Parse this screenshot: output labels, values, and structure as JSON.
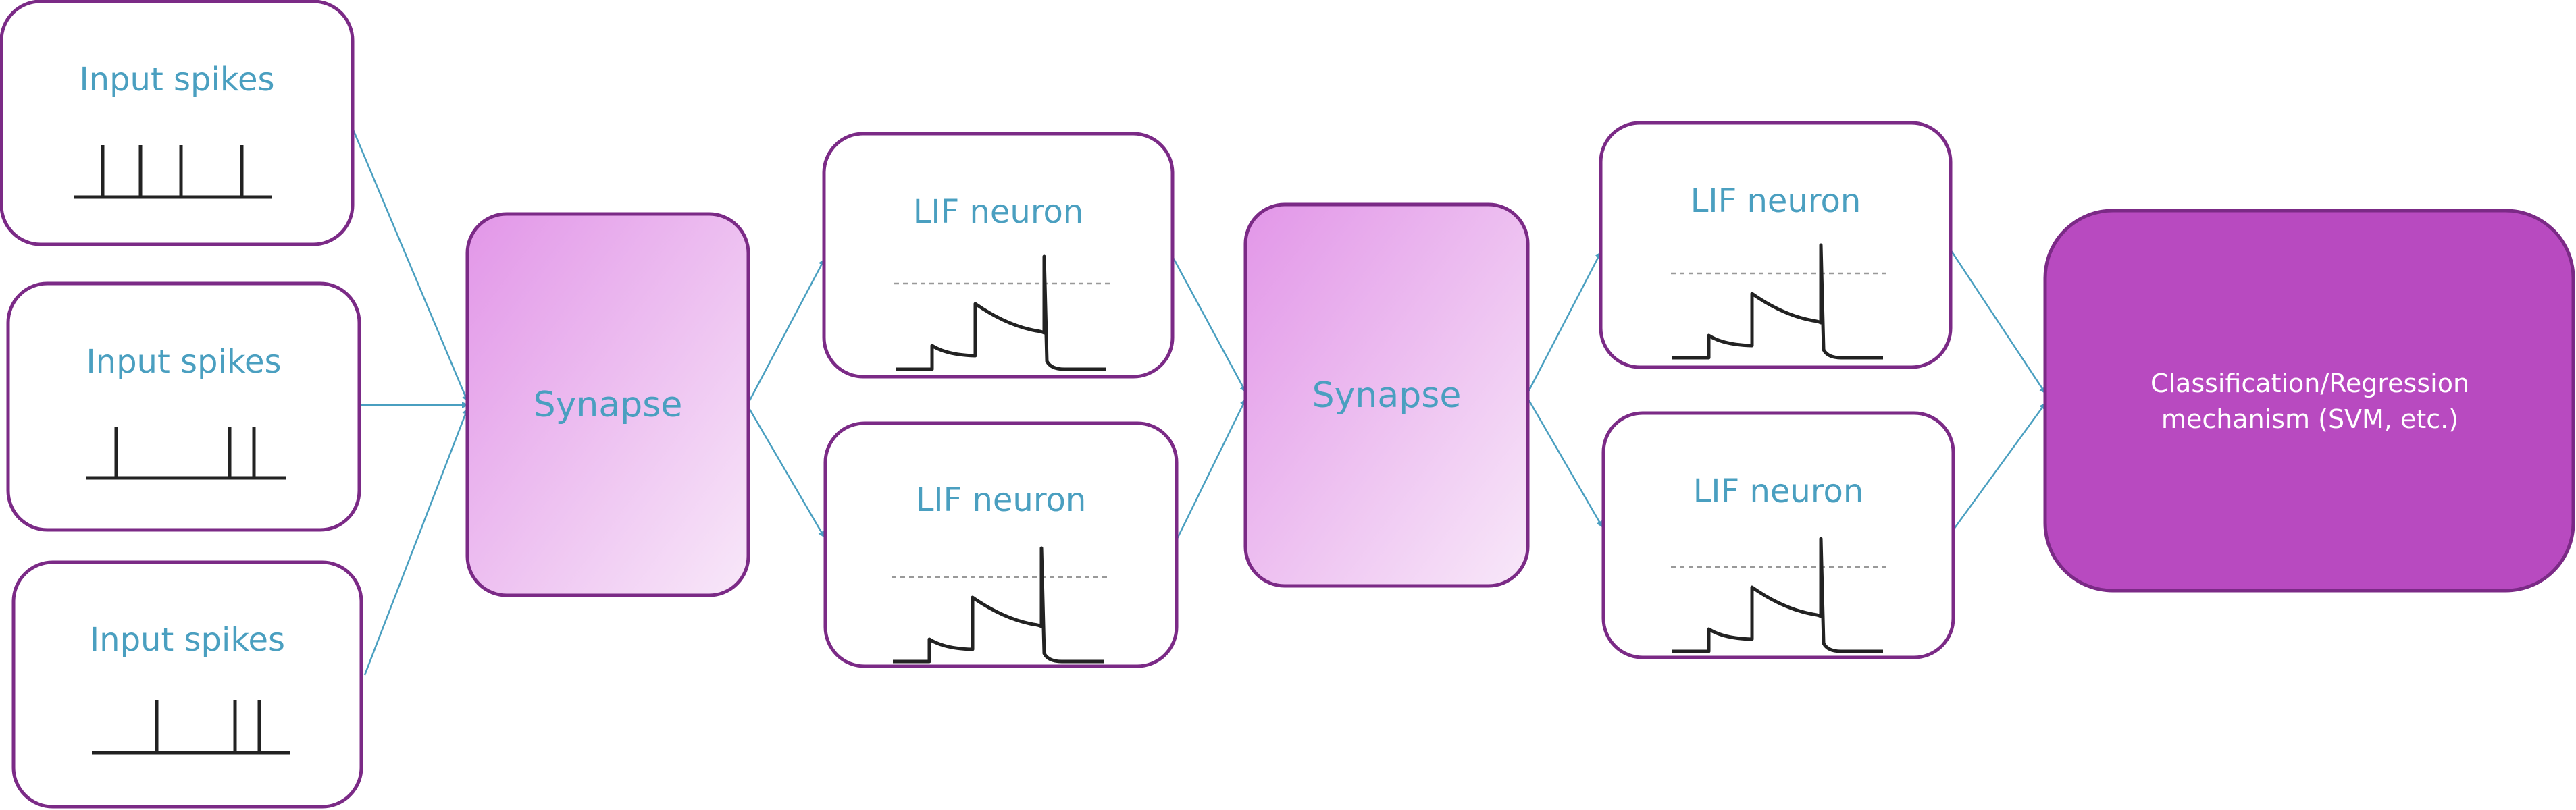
{
  "diagram": {
    "input_label": "Input spikes",
    "synapse_label": "Synapse",
    "neuron_label": "LIF neuron",
    "classifier_label": "Classification/Regression mechanism (SVM, etc.)"
  },
  "colors": {
    "box_border": "#7b2a86",
    "synapse_fill_start": "#e296e8",
    "synapse_fill_end": "#f8e8f9",
    "classifier_fill": "#b84ac0",
    "arrow": "#4a9fc0",
    "label": "#4a9fc0",
    "signal": "#222222",
    "threshold": "#999999"
  }
}
